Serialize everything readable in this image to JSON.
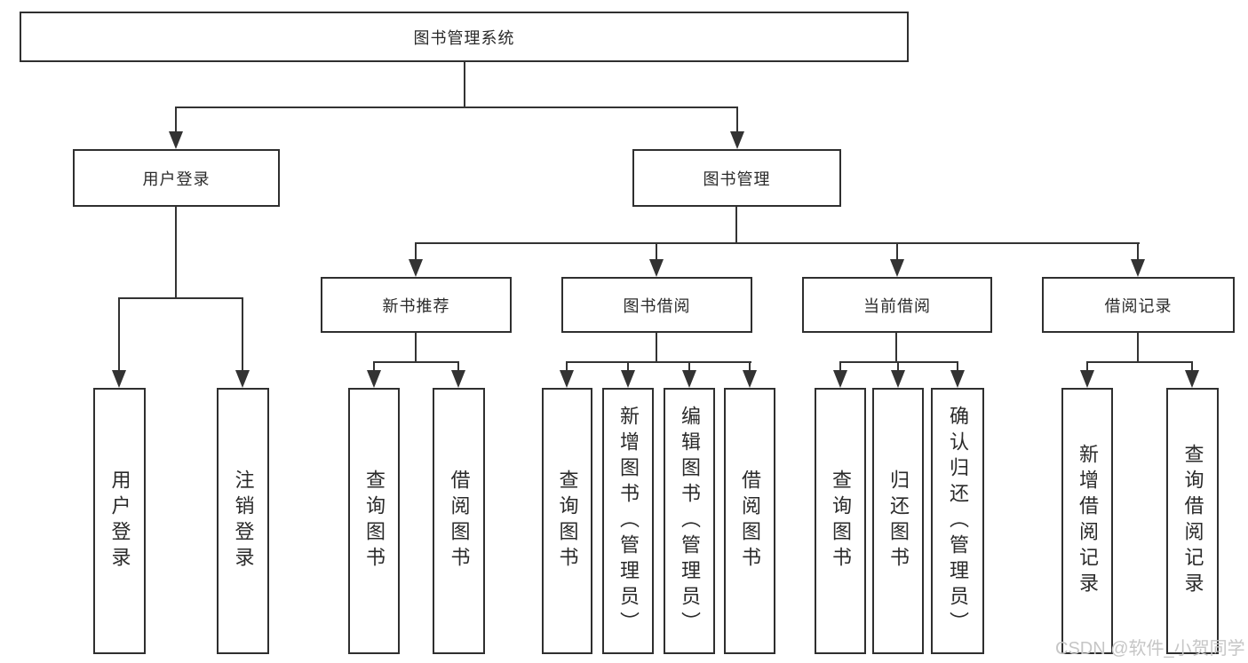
{
  "root": {
    "label": "图书管理系统"
  },
  "user_login": {
    "label": "用户登录",
    "children": [
      {
        "label": "用户登录"
      },
      {
        "label": "注销登录"
      }
    ]
  },
  "book_mgmt": {
    "label": "图书管理",
    "groups": [
      {
        "label": "新书推荐",
        "children": [
          {
            "label": "查询图书"
          },
          {
            "label": "借阅图书"
          }
        ]
      },
      {
        "label": "图书借阅",
        "children": [
          {
            "label": "查询图书"
          },
          {
            "label": "新增图书（管理员）"
          },
          {
            "label": "编辑图书（管理员）"
          },
          {
            "label": "借阅图书"
          }
        ]
      },
      {
        "label": "当前借阅",
        "children": [
          {
            "label": "查询图书"
          },
          {
            "label": "归还图书"
          },
          {
            "label": "确认归还（管理员）"
          }
        ]
      },
      {
        "label": "借阅记录",
        "children": [
          {
            "label": "新增借阅记录"
          },
          {
            "label": "查询借阅记录"
          }
        ]
      }
    ]
  },
  "watermark": "CSDN @软件_小贺同学",
  "colors": {
    "line": "#333333",
    "text": "#2a2a2a",
    "box_border": "#2f2f2f",
    "watermark": "#c6c6c6",
    "background": "#ffffff"
  }
}
